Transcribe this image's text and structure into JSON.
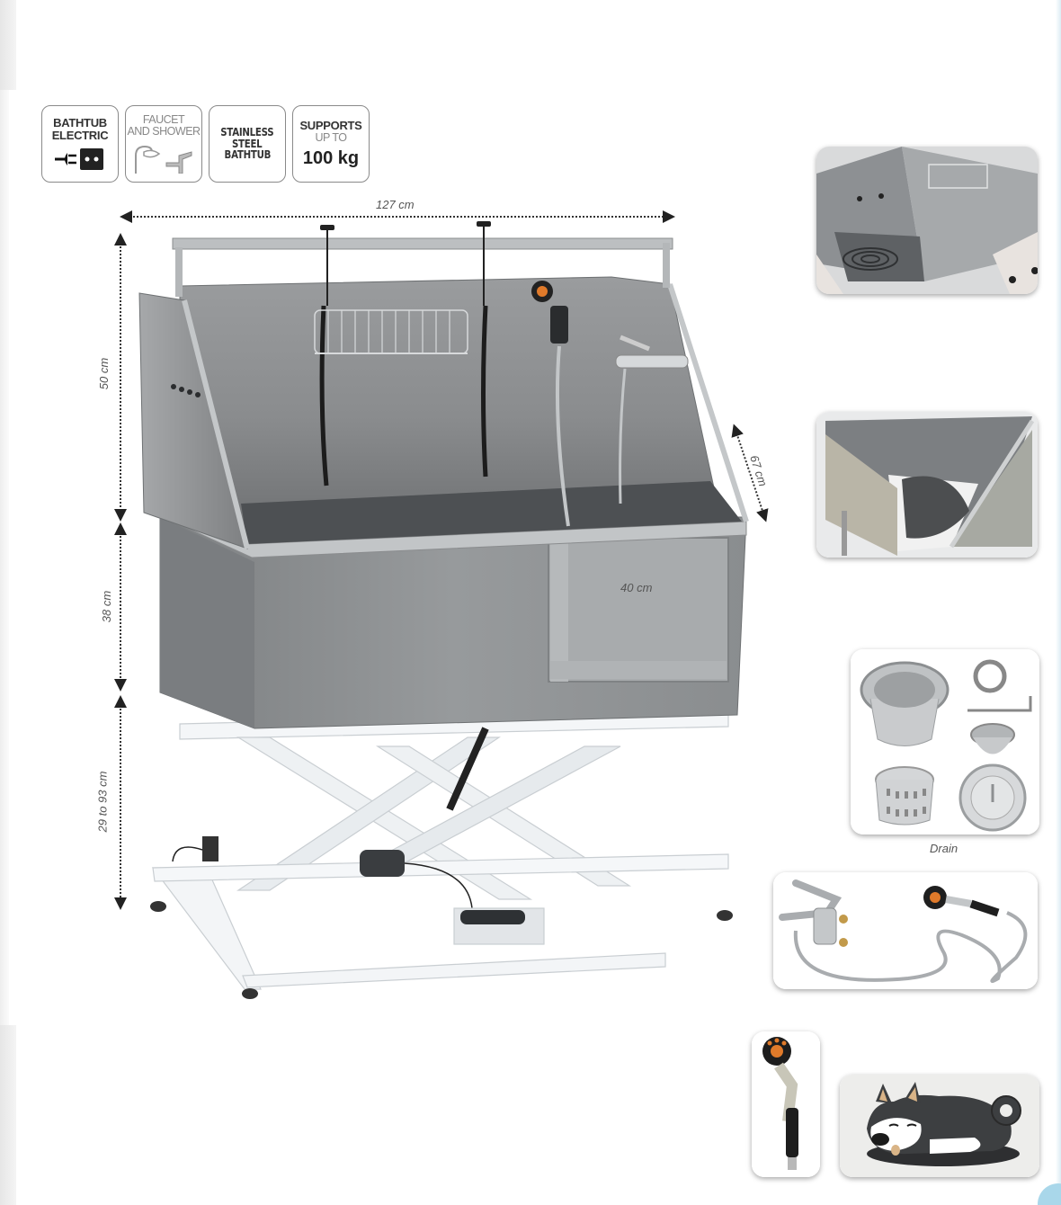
{
  "badges": [
    {
      "id": "electric",
      "line1": "BATHTUB",
      "line2": "ELECTRIC",
      "icon": "plug-socket-icon"
    },
    {
      "id": "faucet",
      "line1": "FAUCET",
      "line2": "AND SHOWER",
      "icon": "shower-faucet-icon"
    },
    {
      "id": "steel",
      "line1": "STAINLESS",
      "line2": "STEEL",
      "line3": "BATHTUB"
    },
    {
      "id": "supports",
      "line1": "SUPPORTS",
      "line2": "UP TO",
      "line3": "100 kg"
    }
  ],
  "dimensions": {
    "width": "127 cm",
    "upper_height": "50 cm",
    "tub_height": "38 cm",
    "lift_height": "29 to 93 cm",
    "depth": "67 cm",
    "door_width": "40 cm"
  },
  "product": {
    "name": "electric stainless steel dog grooming bathtub with scissor lift",
    "colors": {
      "steel": "#8f9294",
      "frame": "#f2f4f6",
      "accent": "#e07a2a"
    }
  },
  "details": [
    {
      "id": "interior",
      "label": ""
    },
    {
      "id": "mat-inside",
      "label": ""
    },
    {
      "id": "drain",
      "label": "Drain"
    },
    {
      "id": "faucet-hose",
      "label": ""
    },
    {
      "id": "spray-nozzle",
      "label": ""
    },
    {
      "id": "husky-mat",
      "label": ""
    }
  ]
}
